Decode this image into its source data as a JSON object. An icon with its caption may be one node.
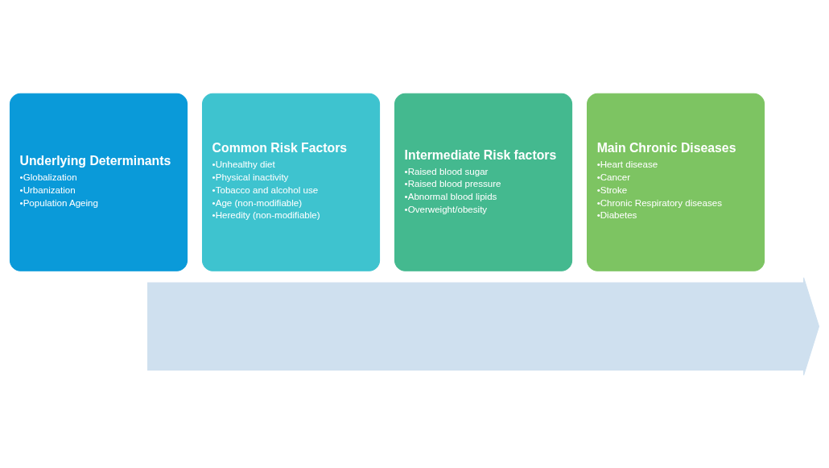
{
  "diagram": {
    "nodes": [
      {
        "text": [
          "Underlying Determinants",
          "•Globalization",
          "•Urbanization",
          "•Population Ageing"
        ]
      },
      {
        "text": [
          "Common Risk Factors",
          "•Unhealthy diet",
          "•Physical inactivity",
          "•Tobacco and alcohol use",
          "•Age (non-modifiable)",
          "•Heredity (non-modifiable)"
        ]
      },
      {
        "text": [
          "Intermediate Risk factors",
          "•Raised blood sugar",
          "•Raised blood pressure",
          "•Abnormal blood lipids",
          "•Overweight/obesity"
        ]
      },
      {
        "text": [
          "Main Chronic Diseases",
          "•Heart disease",
          "•Cancer",
          "•Stroke",
          "•Chronic Respiratory diseases",
          "•Diabetes"
        ]
      },
      {
        "text": [],
        "shape": "arrow"
      }
    ],
    "edges": []
  }
}
